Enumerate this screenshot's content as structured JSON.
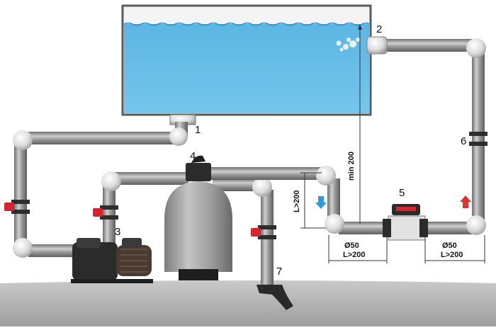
{
  "labels": {
    "skimmer": "1",
    "return_inlet": "2",
    "pump": "3",
    "filter": "4",
    "chlorinator": "5",
    "return_pipe": "6",
    "drain": "7"
  },
  "dimensions": {
    "min_height": "min 200",
    "drop_length": "L>200",
    "left_diameter": "Ø50",
    "left_length": "L>200",
    "right_diameter": "Ø50",
    "right_length": "L>200"
  },
  "colors": {
    "water": "#6ec3ea",
    "water_top": "#5bb6e2",
    "pipe": "#8f8f8f",
    "pipe_highlight": "#d9d9d9",
    "fitting": "#ececec",
    "valve_red": "#d9232e",
    "arrow_blue": "#2e9be0",
    "arrow_red": "#e03030",
    "filter_body": "#a3a3a3",
    "ground": "#b4b4b4",
    "equipment_dark": "#2b2b2b"
  },
  "icons": {
    "flow_down": "arrow-down-icon",
    "flow_up": "arrow-up-icon",
    "valve": "red-valve-icon"
  }
}
